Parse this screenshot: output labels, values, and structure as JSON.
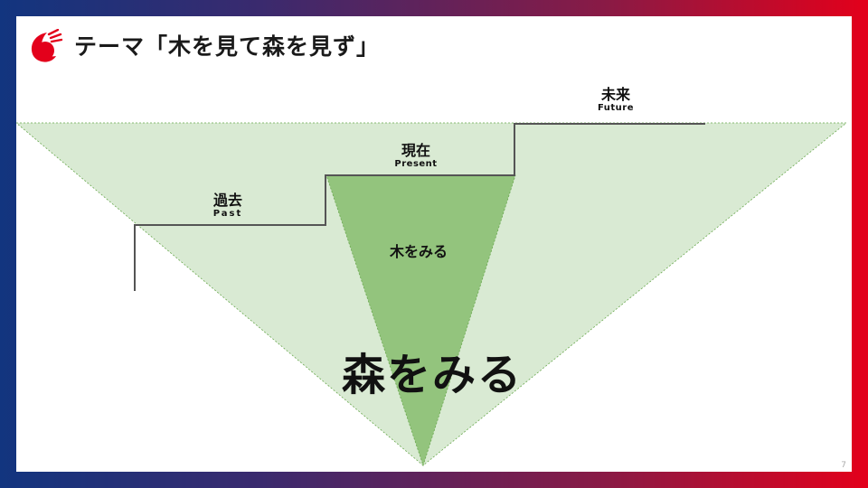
{
  "header": {
    "title": "テーマ「木を見て森を見ず」",
    "logo_icon": "red-flame-logo-icon"
  },
  "diagram": {
    "stages": [
      {
        "key": "past",
        "label": "過去",
        "sublabel": "Past"
      },
      {
        "key": "present",
        "label": "現在",
        "sublabel": "Present"
      },
      {
        "key": "future",
        "label": "未来",
        "sublabel": "Future"
      }
    ],
    "inner_label": "木をみる",
    "outer_label": "森をみる"
  },
  "footer": {
    "page_number": "7"
  },
  "colors": {
    "forest_fill": "#d9ead3",
    "tree_fill": "#93c47d",
    "step_line": "#555555",
    "accent": "#e3001b"
  }
}
